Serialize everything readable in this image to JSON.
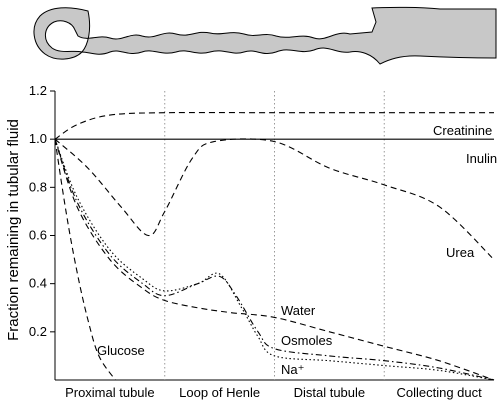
{
  "chart_data": {
    "type": "line",
    "ylabel": "Fraction remaining in tubular fluid",
    "ylim": [
      0,
      1.2
    ],
    "yticks": [
      "0.2",
      "0.4",
      "0.6",
      "0.8",
      "1.0",
      "1.2"
    ],
    "x_segments": [
      "Proximal tubule",
      "Loop of Henle",
      "Distal tubule",
      "Collecting duct"
    ],
    "xlim": [
      0,
      4
    ],
    "segment_boundaries": [
      1,
      2,
      3
    ],
    "grid": "vertical dotted lines at segment boundaries",
    "series": [
      {
        "name": "Creatinine",
        "style": "dashed",
        "points": [
          [
            0,
            1.0
          ],
          [
            0.2,
            1.06
          ],
          [
            0.5,
            1.1
          ],
          [
            1,
            1.11
          ],
          [
            2,
            1.11
          ],
          [
            3,
            1.11
          ],
          [
            4,
            1.11
          ]
        ]
      },
      {
        "name": "Inulin",
        "style": "solid",
        "points": [
          [
            0,
            1.0
          ],
          [
            4,
            1.0
          ]
        ]
      },
      {
        "name": "Urea",
        "style": "dashed",
        "points": [
          [
            0,
            1.0
          ],
          [
            0.3,
            0.88
          ],
          [
            0.6,
            0.72
          ],
          [
            0.85,
            0.6
          ],
          [
            1.0,
            0.7
          ],
          [
            1.25,
            0.92
          ],
          [
            1.45,
            0.99
          ],
          [
            2,
            0.99
          ],
          [
            2.5,
            0.88
          ],
          [
            3.0,
            0.81
          ],
          [
            3.5,
            0.72
          ],
          [
            4,
            0.5
          ]
        ]
      },
      {
        "name": "Water",
        "style": "dashed",
        "points": [
          [
            0,
            1.0
          ],
          [
            0.2,
            0.72
          ],
          [
            0.5,
            0.5
          ],
          [
            0.8,
            0.38
          ],
          [
            1.0,
            0.33
          ],
          [
            1.3,
            0.3
          ],
          [
            1.6,
            0.28
          ],
          [
            2,
            0.26
          ],
          [
            2.5,
            0.2
          ],
          [
            3,
            0.14
          ],
          [
            3.5,
            0.08
          ],
          [
            4,
            0.0
          ]
        ]
      },
      {
        "name": "Osmoles",
        "style": "dash-dot",
        "points": [
          [
            0,
            1.0
          ],
          [
            0.2,
            0.74
          ],
          [
            0.5,
            0.52
          ],
          [
            0.8,
            0.4
          ],
          [
            1.0,
            0.35
          ],
          [
            1.3,
            0.4
          ],
          [
            1.5,
            0.43
          ],
          [
            1.65,
            0.35
          ],
          [
            1.85,
            0.2
          ],
          [
            2,
            0.13
          ],
          [
            2.5,
            0.1
          ],
          [
            3,
            0.08
          ],
          [
            3.5,
            0.05
          ],
          [
            4,
            0.0
          ]
        ]
      },
      {
        "name": "Na⁺",
        "style": "dotted",
        "points": [
          [
            0,
            1.0
          ],
          [
            0.2,
            0.76
          ],
          [
            0.5,
            0.54
          ],
          [
            0.8,
            0.42
          ],
          [
            1.0,
            0.37
          ],
          [
            1.3,
            0.4
          ],
          [
            1.5,
            0.44
          ],
          [
            1.7,
            0.3
          ],
          [
            1.85,
            0.18
          ],
          [
            2,
            0.1
          ],
          [
            2.5,
            0.08
          ],
          [
            3,
            0.06
          ],
          [
            3.5,
            0.04
          ],
          [
            4,
            0.0
          ]
        ]
      },
      {
        "name": "Glucose",
        "style": "dashed",
        "points": [
          [
            0,
            1.0
          ],
          [
            0.1,
            0.7
          ],
          [
            0.2,
            0.45
          ],
          [
            0.3,
            0.25
          ],
          [
            0.4,
            0.1
          ],
          [
            0.55,
            0.0
          ]
        ]
      }
    ]
  }
}
